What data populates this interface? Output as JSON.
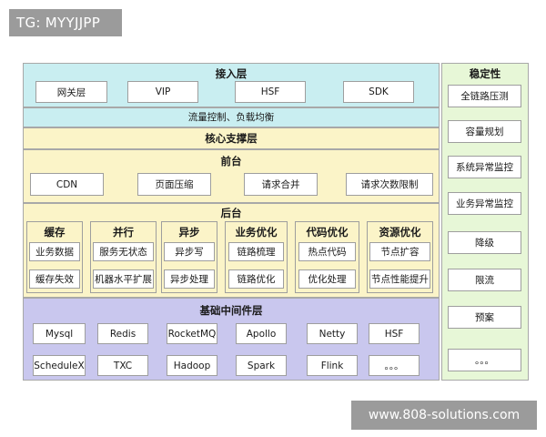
{
  "watermarks": {
    "top_left": "TG: MYYJJPP",
    "bottom_right": "www.808-solutions.com"
  },
  "access_layer": {
    "title": "接入层",
    "items": [
      "网关层",
      "VIP",
      "HSF",
      "SDK"
    ],
    "subband": "流量控制、负载均衡"
  },
  "core_support": {
    "title": "核心支撑层",
    "frontend": {
      "title": "前台",
      "items": [
        "CDN",
        "页面压缩",
        "请求合并",
        "请求次数限制"
      ]
    },
    "backend": {
      "title": "后台",
      "columns": [
        {
          "title": "缓存",
          "items": [
            "业务数据",
            "缓存失效"
          ]
        },
        {
          "title": "并行",
          "items": [
            "服务无状态",
            "机器水平扩展"
          ]
        },
        {
          "title": "异步",
          "items": [
            "异步写",
            "异步处理"
          ]
        },
        {
          "title": "业务优化",
          "items": [
            "链路梳理",
            "链路优化"
          ]
        },
        {
          "title": "代码优化",
          "items": [
            "热点代码",
            "优化处理"
          ]
        },
        {
          "title": "资源优化",
          "items": [
            "节点扩容",
            "节点性能提升"
          ]
        }
      ]
    }
  },
  "middleware": {
    "title": "基础中间件层",
    "row1": [
      "Mysql",
      "Redis",
      "RocketMQ",
      "Apollo",
      "Netty",
      "HSF"
    ],
    "row2": [
      "ScheduleX",
      "TXC",
      "Hadoop",
      "Spark",
      "Flink",
      "。。。"
    ]
  },
  "stability": {
    "title": "稳定性",
    "items": [
      "全链路压测",
      "容量规划",
      "系统异常监控",
      "业务异常监控",
      "降级",
      "限流",
      "预案",
      "。。。"
    ]
  },
  "colors": {
    "access": "#c9eef1",
    "core": "#fbf4c8",
    "middleware": "#c9c7ee",
    "stability": "#e7f7d7"
  }
}
